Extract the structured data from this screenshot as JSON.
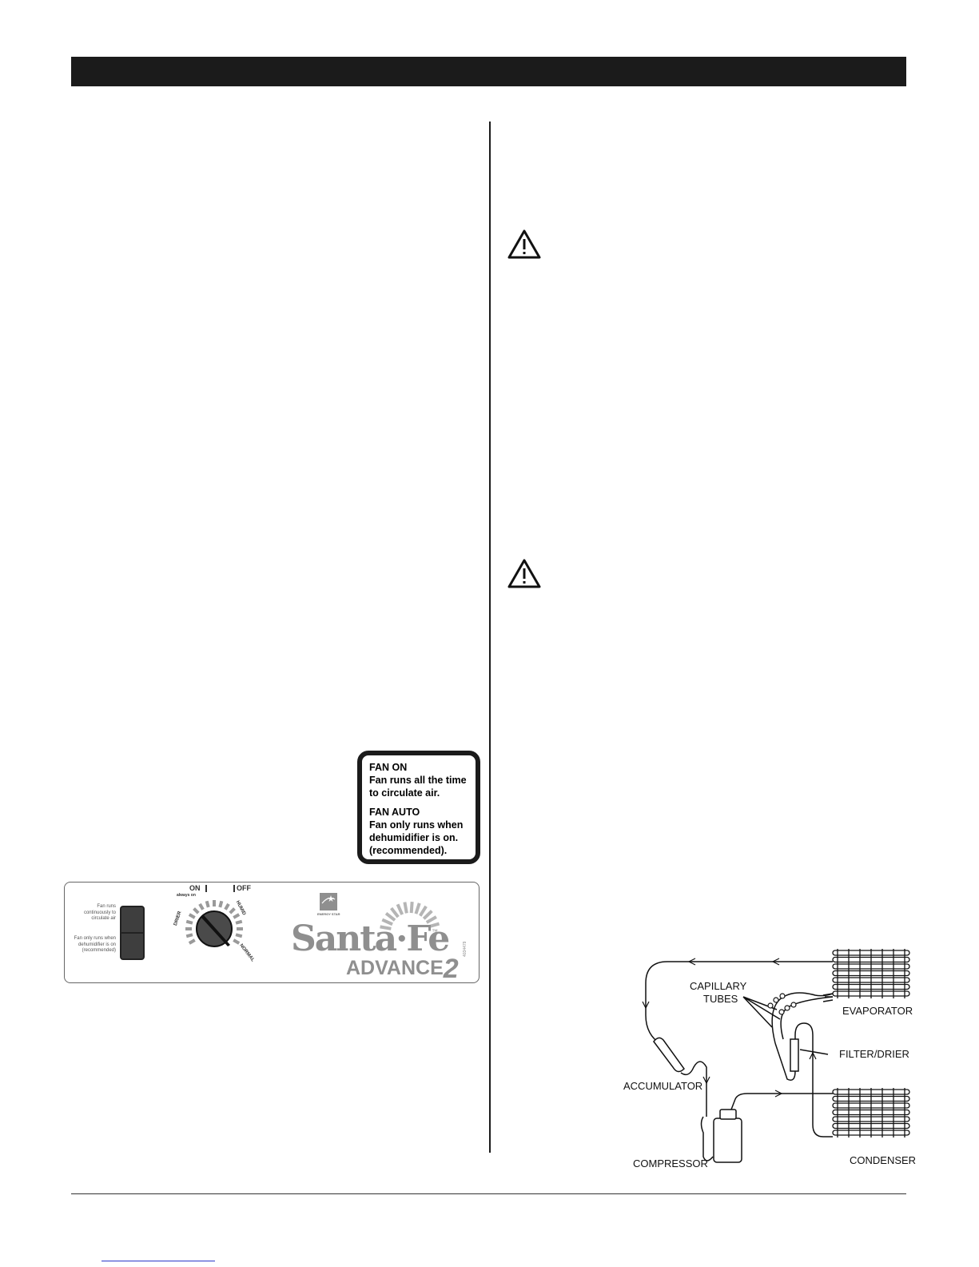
{
  "fan_info": {
    "fan_on_title": "FAN ON",
    "fan_on_text_1": "Fan runs all the time",
    "fan_on_text_2": "to circulate air.",
    "fan_auto_title": "FAN AUTO",
    "fan_auto_text_1": "Fan only runs when",
    "fan_auto_text_2": "dehumidifier is on.",
    "fan_auto_text_3": "(recommended)."
  },
  "control_panel": {
    "switch_top_1": "Fan runs",
    "switch_top_2": "continuously to",
    "switch_top_3": "circulate air",
    "switch_bottom_1": "Fan only runs when",
    "switch_bottom_2": "dehumidifier is on",
    "switch_bottom_3": "(recommended)",
    "on_label": "ON",
    "always_on_label": "always on",
    "off_label": "OFF",
    "drier_label": "DRIER",
    "humid_label": "HUMID",
    "normal_label": "NORMAL",
    "energy_star_label": "ENERGY STAR",
    "brand_name": "Santa·Fe",
    "trademark": "™",
    "model_name": "ADVANCE",
    "model_number": "2",
    "part_code": "4034479"
  },
  "diagram": {
    "capillary_label_1": "CAPILLARY",
    "capillary_label_2": "TUBES",
    "evaporator_label": "EVAPORATOR",
    "filter_label": "FILTER/DRIER",
    "accumulator_label": "ACCUMULATOR",
    "compressor_label": "COMPRESSOR",
    "condenser_label": "CONDENSER"
  },
  "icons": [
    "warning-triangle-icon",
    "energy-star-logo"
  ],
  "colors": {
    "bar": "#1b1b1b",
    "panel_gray": "#8f8f8f",
    "link": "#2a37c9"
  }
}
